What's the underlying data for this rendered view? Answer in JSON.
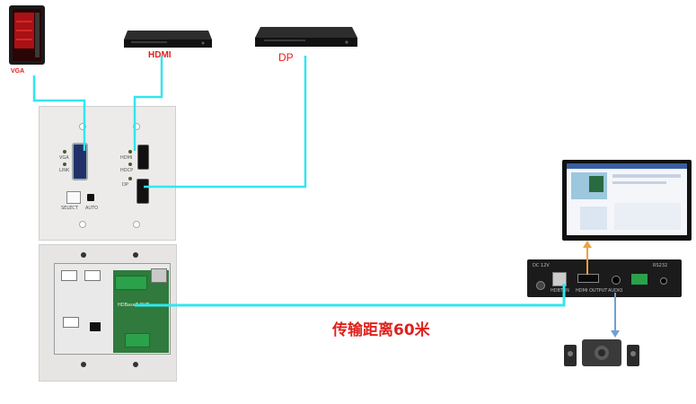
{
  "sources": {
    "vga_label": "VGA",
    "hdmi_label": "HDMI",
    "dp_label": "DP"
  },
  "wallplate_top": {
    "vga_port_text": "VGA",
    "link_text": "LINK",
    "hdmi_port_text": "HDMI",
    "hdcp_text": "HDCP",
    "dp_port_text": "DP",
    "select_text": "SELECT",
    "auto_text": "AUTO"
  },
  "wallplate_bottom": {
    "hdbaset_text": "HDBaseT OUT"
  },
  "receiver": {
    "port_labels": [
      "DC 12V",
      "HDBT IN",
      "HDMI OUTPUT",
      "AUDIO",
      "RS232"
    ]
  },
  "transmission_label": "传输距离60米",
  "colors": {
    "cable": "#33e5ef",
    "hdmi_out_cable": "#f0a040",
    "audio_cable": "#6f9fd6",
    "label_red": "#e0201c"
  },
  "icons": [
    "pc-tower-icon",
    "dvd-player-icon",
    "monitor-icon",
    "speakers-icon"
  ]
}
